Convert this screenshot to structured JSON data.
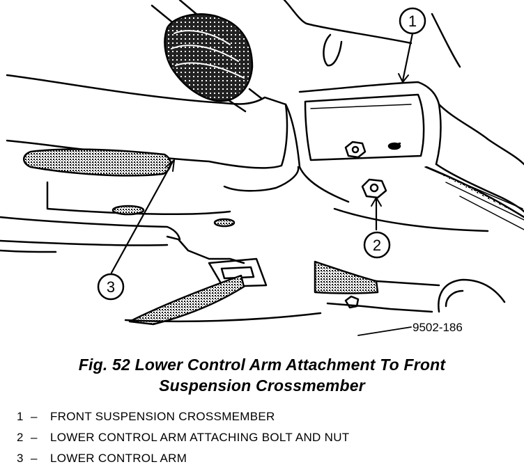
{
  "figure": {
    "id_label": "9502-186",
    "callouts": [
      {
        "number": "1"
      },
      {
        "number": "2"
      },
      {
        "number": "3"
      }
    ]
  },
  "caption": {
    "line1": "Fig. 52 Lower Control Arm Attachment To Front",
    "line2": "Suspension Crossmember"
  },
  "legend": [
    {
      "number": "1",
      "dash": "–",
      "text": "FRONT SUSPENSION CROSSMEMBER"
    },
    {
      "number": "2",
      "dash": "–",
      "text": "LOWER CONTROL ARM ATTACHING BOLT AND NUT"
    },
    {
      "number": "3",
      "dash": "–",
      "text": "LOWER CONTROL ARM"
    }
  ]
}
